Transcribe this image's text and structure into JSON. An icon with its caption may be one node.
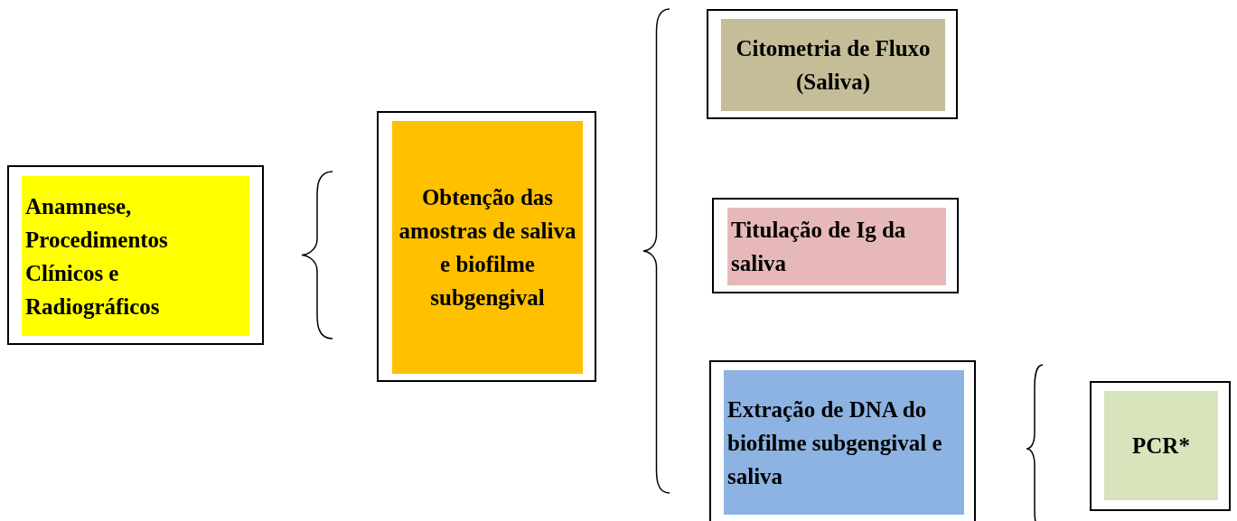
{
  "diagram": {
    "nodes": [
      {
        "text": [],
        "shape": "box"
      },
      {
        "text": [
          "Anamnese, Procedimentos Clínicos e Radiográficos"
        ],
        "in": 0
      },
      {
        "text": [],
        "shape": "box"
      },
      {
        "text": [
          "Obtenção das amostras de saliva e biofilme subgengival"
        ],
        "in": 2
      },
      {
        "text": [],
        "shape": "box"
      },
      {
        "text": [
          "Citometria de Fluxo (Saliva)"
        ],
        "in": 4
      },
      {
        "text": [],
        "shape": "box"
      },
      {
        "text": [
          "Titulação de Ig da saliva"
        ],
        "in": 6
      },
      {
        "text": [],
        "shape": "box"
      },
      {
        "text": [
          "Extração de DNA do biofilme subgengival e saliva"
        ],
        "in": 8
      },
      {
        "text": [],
        "shape": "box"
      },
      {
        "text": [
          "PCR*"
        ],
        "in": 10
      }
    ]
  }
}
